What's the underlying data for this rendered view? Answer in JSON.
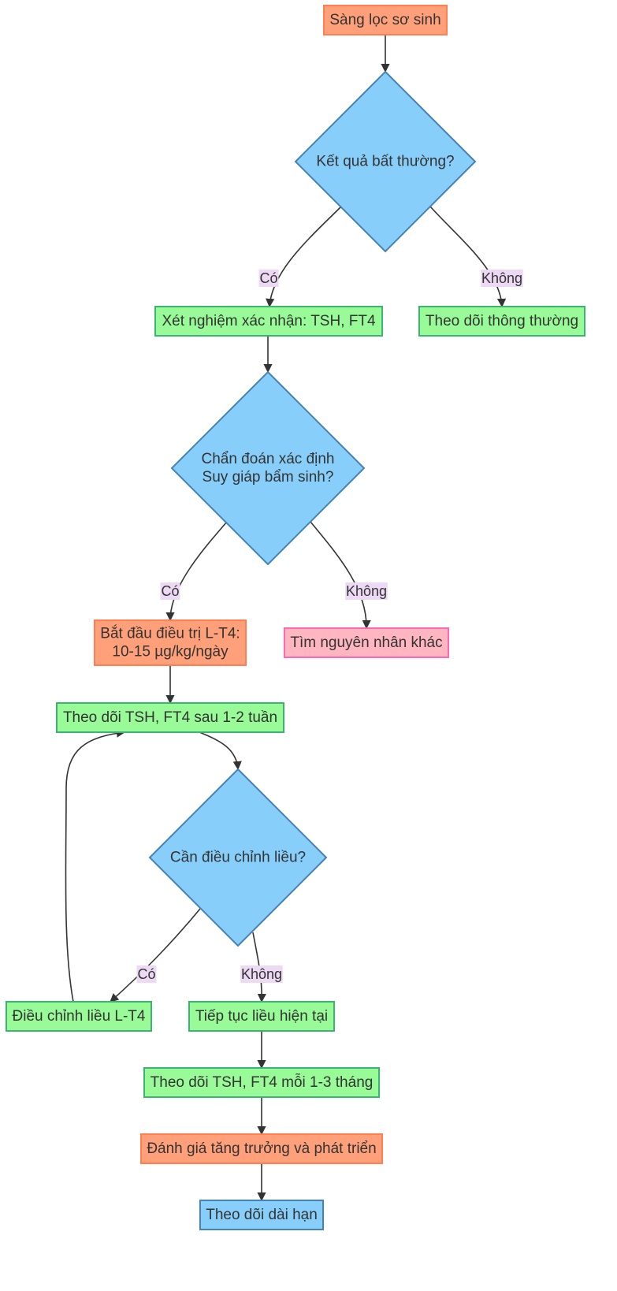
{
  "colors": {
    "orange_fill": "#FFA07A",
    "orange_stroke": "#FF7F50",
    "green_fill": "#98FB98",
    "green_stroke": "#3CB371",
    "blue_fill": "#87CEFA",
    "blue_stroke": "#4682B4",
    "pink_fill": "#FFB6C1",
    "pink_stroke": "#FF69B4",
    "label_bg": "#EED9F5",
    "edge": "#333333",
    "text": "#333333"
  },
  "nodes": {
    "n1": {
      "lines": [
        "Sàng lọc sơ sinh"
      ],
      "style": "orange"
    },
    "d1": {
      "lines": [
        "Kết quả bất thường?"
      ],
      "style": "blue"
    },
    "n2": {
      "lines": [
        "Xét nghiệm xác nhận: TSH, FT4"
      ],
      "style": "green"
    },
    "n3": {
      "lines": [
        "Theo dõi thông thường"
      ],
      "style": "green"
    },
    "d2": {
      "lines": [
        "Chẩn đoán xác định",
        "Suy giáp bẩm sinh?"
      ],
      "style": "blue"
    },
    "n4": {
      "lines": [
        "Bắt đầu điều trị L-T4:",
        "10-15 µg/kg/ngày"
      ],
      "style": "orange"
    },
    "n5": {
      "lines": [
        "Tìm nguyên nhân khác"
      ],
      "style": "pink"
    },
    "n6": {
      "lines": [
        "Theo dõi TSH, FT4 sau 1-2 tuần"
      ],
      "style": "green"
    },
    "d3": {
      "lines": [
        "Cần điều chỉnh liều?"
      ],
      "style": "blue"
    },
    "n7": {
      "lines": [
        "Điều chỉnh liều L-T4"
      ],
      "style": "green"
    },
    "n8": {
      "lines": [
        "Tiếp tục liều hiện tại"
      ],
      "style": "green"
    },
    "n9": {
      "lines": [
        "Theo dõi TSH, FT4 mỗi 1-3 tháng"
      ],
      "style": "green"
    },
    "n10": {
      "lines": [
        "Đánh giá tăng trưởng và phát triển"
      ],
      "style": "orange"
    },
    "n11": {
      "lines": [
        "Theo dõi dài hạn"
      ],
      "style": "blue"
    }
  },
  "edges": [
    {
      "id": "e1",
      "from": "n1",
      "to": "d1",
      "label": ""
    },
    {
      "id": "e2",
      "from": "d1",
      "to": "n2",
      "label": "Có"
    },
    {
      "id": "e3",
      "from": "d1",
      "to": "n3",
      "label": "Không"
    },
    {
      "id": "e4",
      "from": "n2",
      "to": "d2",
      "label": ""
    },
    {
      "id": "e5",
      "from": "d2",
      "to": "n4",
      "label": "Có"
    },
    {
      "id": "e6",
      "from": "d2",
      "to": "n5",
      "label": "Không"
    },
    {
      "id": "e7",
      "from": "n4",
      "to": "n6",
      "label": ""
    },
    {
      "id": "e8",
      "from": "n6",
      "to": "d3",
      "label": ""
    },
    {
      "id": "e9",
      "from": "d3",
      "to": "n7",
      "label": "Có"
    },
    {
      "id": "e10",
      "from": "d3",
      "to": "n8",
      "label": "Không"
    },
    {
      "id": "e11",
      "from": "n7",
      "to": "n6",
      "label": ""
    },
    {
      "id": "e12",
      "from": "n8",
      "to": "n9",
      "label": ""
    },
    {
      "id": "e13",
      "from": "n9",
      "to": "n10",
      "label": ""
    },
    {
      "id": "e14",
      "from": "n10",
      "to": "n11",
      "label": ""
    }
  ]
}
